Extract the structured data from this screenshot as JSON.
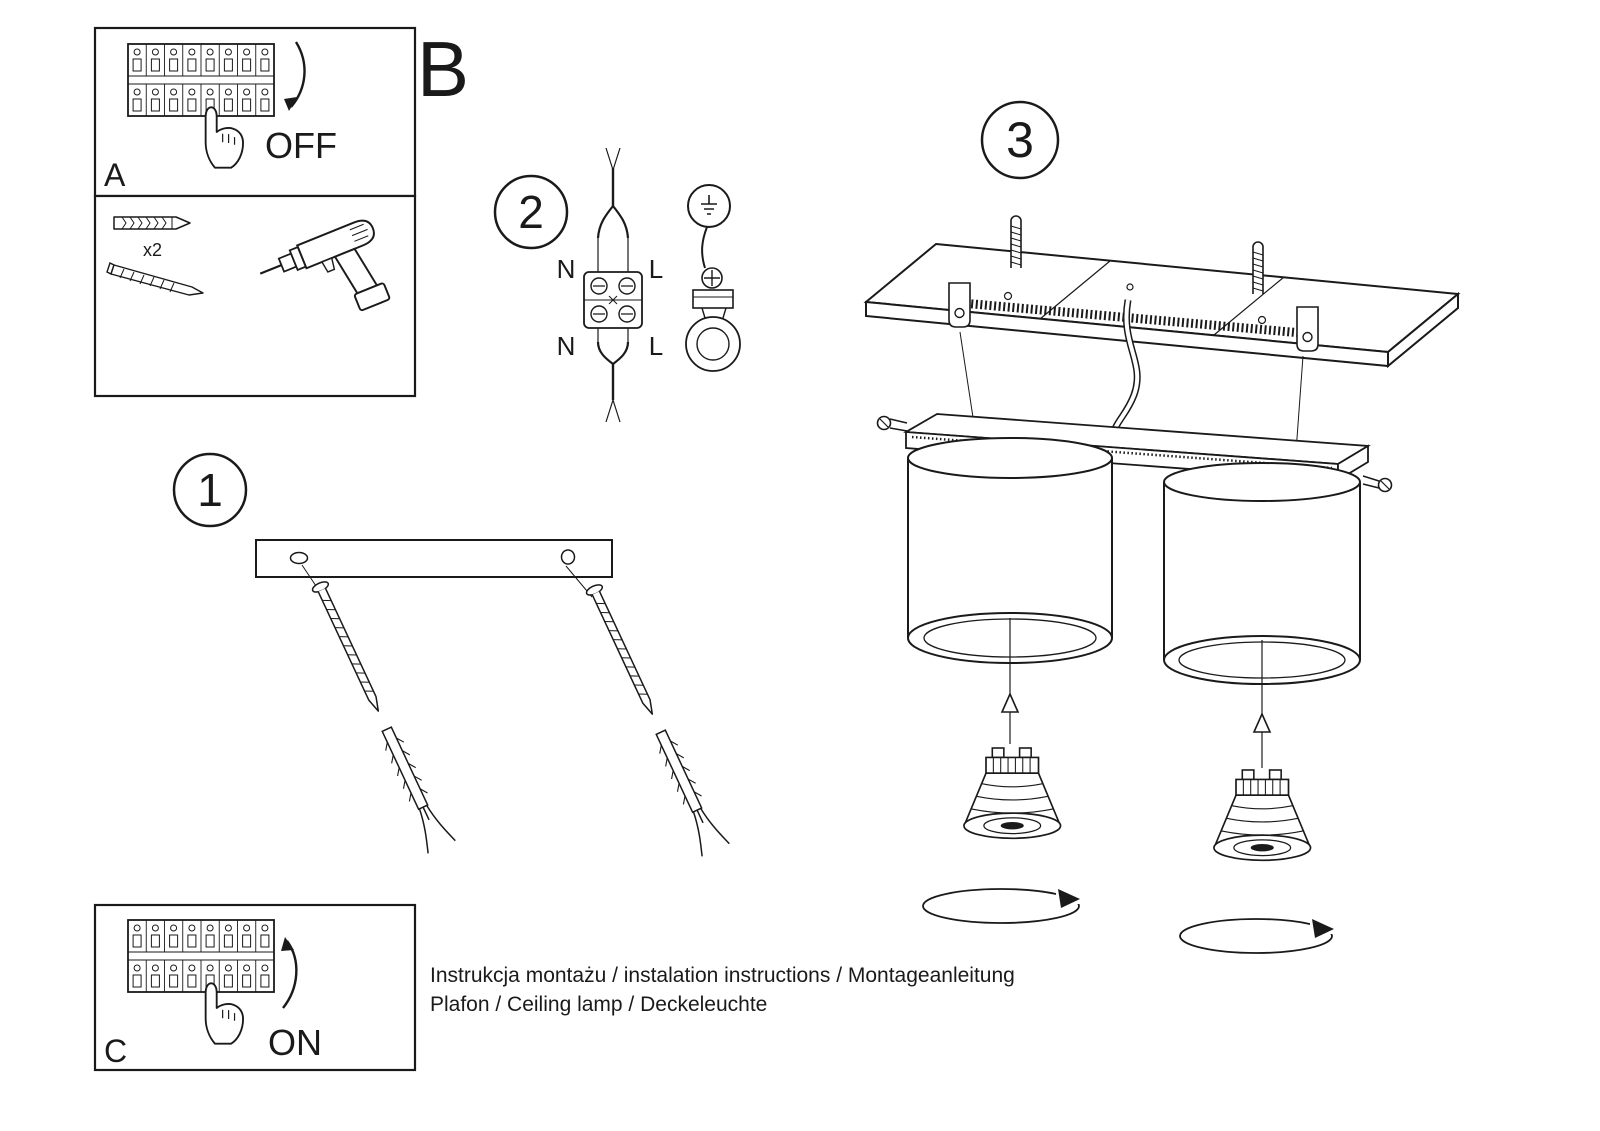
{
  "colors": {
    "ink": "#1a1a1a",
    "background": "#ffffff"
  },
  "panel_off": {
    "label": "A",
    "switch_state": "OFF"
  },
  "tools": {
    "anchor_count": "x2"
  },
  "section_b": {
    "label": "B"
  },
  "step1": {
    "number": "1"
  },
  "step2": {
    "number": "2",
    "wires": {
      "top_left": "N",
      "top_right": "L",
      "bottom_left": "N",
      "bottom_right": "L"
    }
  },
  "step3": {
    "number": "3"
  },
  "panel_on": {
    "label": "C",
    "switch_state": "ON"
  },
  "footer": {
    "line1": "Instrukcja montażu / instalation instructions / Montageanleitung",
    "line2": "Plafon / Ceiling lamp / Deckeleuchte"
  }
}
